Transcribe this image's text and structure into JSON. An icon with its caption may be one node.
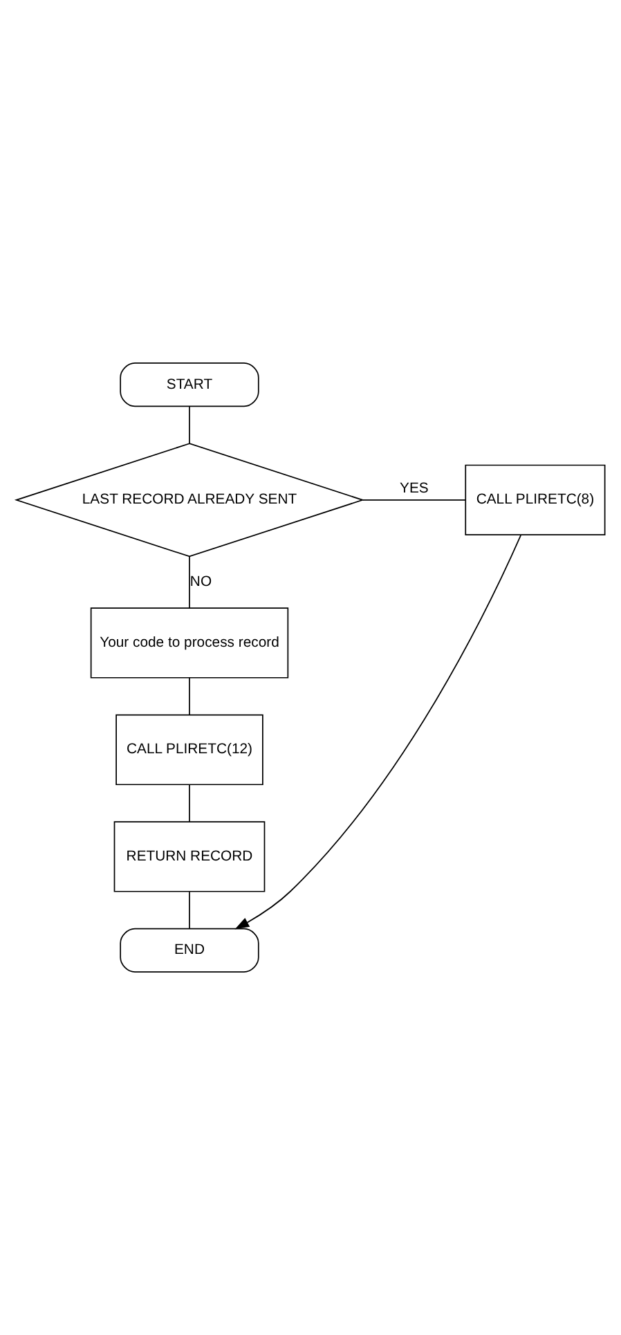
{
  "diagram": {
    "nodes": [
      {
        "text": [
          "START"
        ]
      },
      {
        "text": [
          "LAST RECORD ALREADY SENT"
        ]
      },
      {
        "text": [
          "CALL PLIRETC(8)"
        ]
      },
      {
        "text": [
          "Your code to process record"
        ]
      },
      {
        "text": [
          "CALL PLIRETC(12)"
        ]
      },
      {
        "text": [
          "RETURN RECORD"
        ]
      },
      {
        "text": [
          "END"
        ]
      }
    ],
    "edges": [
      {
        "from": 0,
        "to": 1,
        "arrow": "none"
      },
      {
        "from": 1,
        "to": 2,
        "arrow": "none",
        "label": "YES"
      },
      {
        "from": 1,
        "to": 3,
        "arrow": "none",
        "label": "NO"
      },
      {
        "from": 3,
        "to": 4,
        "arrow": "none"
      },
      {
        "from": 4,
        "to": 5,
        "arrow": "none"
      },
      {
        "from": 5,
        "to": 6,
        "arrow": "none"
      },
      {
        "from": 2,
        "to": 6,
        "arrow": "to"
      }
    ]
  }
}
